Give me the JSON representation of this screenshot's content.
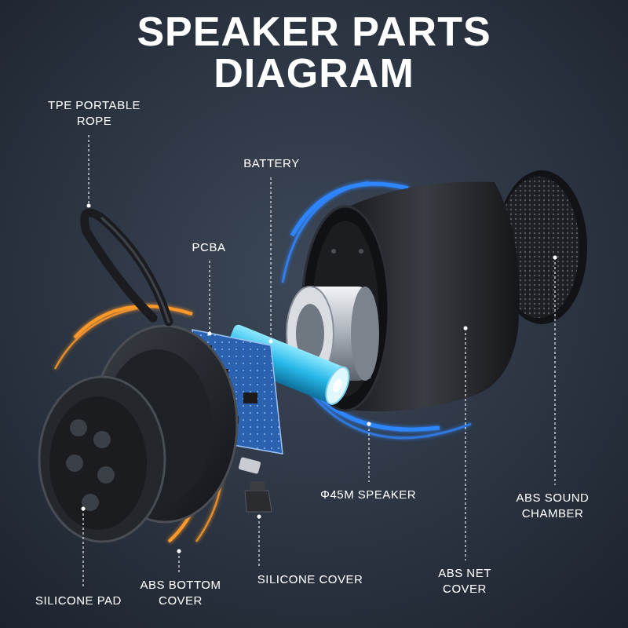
{
  "diagram": {
    "title": "SPEAKER PARTS DIAGRAM",
    "labels": [
      "TPE PORTABLE ROPE",
      "BATTERY",
      "PCBA",
      "Φ45M SPEAKER",
      "ABS SOUND CHAMBER",
      "ABS NET COVER",
      "SILICONE PAD",
      "ABS BOTTOM COVER",
      "SILICONE COVER"
    ]
  }
}
